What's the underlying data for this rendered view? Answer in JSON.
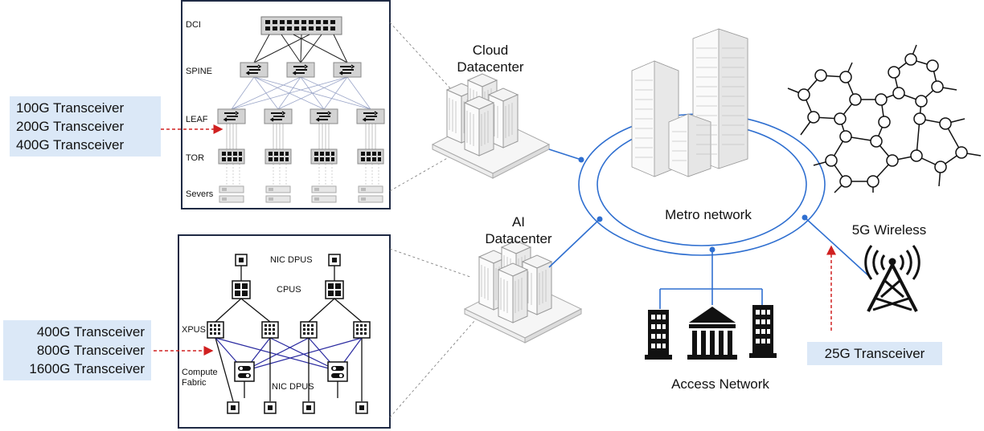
{
  "cloud_panel": {
    "layers": {
      "dci": "DCI",
      "spine": "SPINE",
      "leaf": "LEAF",
      "tor": "TOR",
      "servers": "Severs"
    }
  },
  "ai_panel": {
    "labels": {
      "nic_top": "NIC DPUS",
      "cpus": "CPUS",
      "xpus": "XPUS",
      "compute": "Compute",
      "fabric": "Fabric",
      "nic_bottom": "NIC DPUS"
    }
  },
  "callouts": {
    "cloud": [
      "100G Transceiver",
      "200G Transceiver",
      "400G Transceiver"
    ],
    "ai": [
      "400G Transceiver",
      "800G Transceiver",
      "1600G Transceiver"
    ],
    "wireless": "25G Transceiver"
  },
  "nodes": {
    "cloud_dc": [
      "Cloud",
      "Datacenter"
    ],
    "ai_dc": [
      "AI",
      "Datacenter"
    ],
    "metro": "Metro network",
    "access": "Access Network",
    "wireless": "5G Wireless"
  },
  "colors": {
    "link": "#2f6fd0",
    "arrow": "#d02020",
    "callout_bg": "#dbe8f7",
    "fabric": "#2a2aa0"
  }
}
